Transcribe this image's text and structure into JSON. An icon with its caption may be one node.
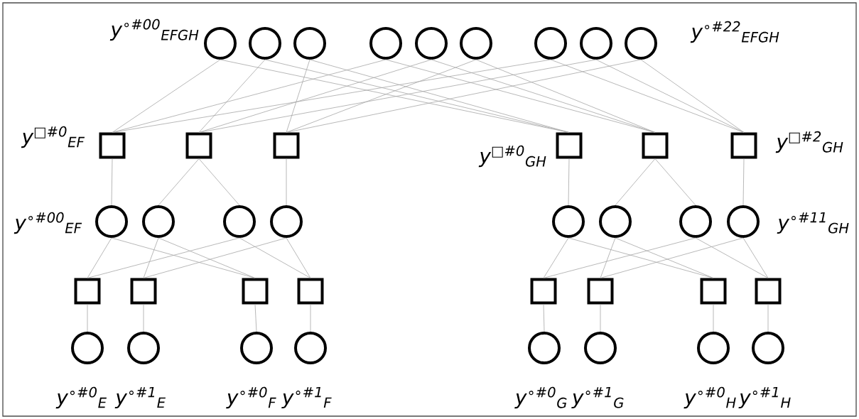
{
  "diagram": {
    "nodes": [
      {
        "text": [],
        "shape": "circle"
      },
      {
        "text": [],
        "shape": "circle"
      },
      {
        "text": [],
        "shape": "circle"
      },
      {
        "text": [],
        "shape": "circle"
      },
      {
        "text": [],
        "shape": "circle"
      },
      {
        "text": [],
        "shape": "circle"
      },
      {
        "text": [],
        "shape": "circle"
      },
      {
        "text": [],
        "shape": "circle"
      },
      {
        "text": [],
        "shape": "circle"
      },
      {
        "text": [],
        "shape": "box"
      },
      {
        "text": [],
        "shape": "box"
      },
      {
        "text": [],
        "shape": "box"
      },
      {
        "text": [],
        "shape": "box"
      },
      {
        "text": [],
        "shape": "box"
      },
      {
        "text": [],
        "shape": "box"
      },
      {
        "text": [],
        "shape": "circle"
      },
      {
        "text": [],
        "shape": "circle"
      },
      {
        "text": [],
        "shape": "circle"
      },
      {
        "text": [],
        "shape": "circle"
      },
      {
        "text": [],
        "shape": "circle"
      },
      {
        "text": [],
        "shape": "circle"
      },
      {
        "text": [],
        "shape": "circle"
      },
      {
        "text": [],
        "shape": "circle"
      },
      {
        "text": [],
        "shape": "box"
      },
      {
        "text": [],
        "shape": "box"
      },
      {
        "text": [],
        "shape": "box"
      },
      {
        "text": [],
        "shape": "box"
      },
      {
        "text": [],
        "shape": "box"
      },
      {
        "text": [],
        "shape": "box"
      },
      {
        "text": [],
        "shape": "box"
      },
      {
        "text": [],
        "shape": "box"
      },
      {
        "text": [],
        "shape": "circle"
      },
      {
        "text": [],
        "shape": "circle"
      },
      {
        "text": [],
        "shape": "circle"
      },
      {
        "text": [],
        "shape": "circle"
      },
      {
        "text": [],
        "shape": "circle"
      },
      {
        "text": [],
        "shape": "circle"
      },
      {
        "text": [],
        "shape": "circle"
      },
      {
        "text": [],
        "shape": "circle"
      }
    ],
    "edges": [
      {
        "from": 0,
        "to": 9,
        "arrow": "none"
      },
      {
        "from": 0,
        "to": 12,
        "arrow": "none"
      },
      {
        "from": 1,
        "to": 10,
        "arrow": "none"
      },
      {
        "from": 1,
        "to": 12,
        "arrow": "none"
      },
      {
        "from": 2,
        "to": 11,
        "arrow": "none"
      },
      {
        "from": 2,
        "to": 12,
        "arrow": "none"
      },
      {
        "from": 3,
        "to": 9,
        "arrow": "none"
      },
      {
        "from": 3,
        "to": 13,
        "arrow": "none"
      },
      {
        "from": 4,
        "to": 10,
        "arrow": "none"
      },
      {
        "from": 4,
        "to": 13,
        "arrow": "none"
      },
      {
        "from": 5,
        "to": 11,
        "arrow": "none"
      },
      {
        "from": 5,
        "to": 13,
        "arrow": "none"
      },
      {
        "from": 6,
        "to": 9,
        "arrow": "none"
      },
      {
        "from": 6,
        "to": 14,
        "arrow": "none"
      },
      {
        "from": 7,
        "to": 10,
        "arrow": "none"
      },
      {
        "from": 7,
        "to": 14,
        "arrow": "none"
      },
      {
        "from": 8,
        "to": 11,
        "arrow": "none"
      },
      {
        "from": 8,
        "to": 14,
        "arrow": "none"
      },
      {
        "from": 9,
        "to": 15,
        "arrow": "none"
      },
      {
        "from": 10,
        "to": 16,
        "arrow": "none"
      },
      {
        "from": 10,
        "to": 17,
        "arrow": "none"
      },
      {
        "from": 11,
        "to": 18,
        "arrow": "none"
      },
      {
        "from": 12,
        "to": 19,
        "arrow": "none"
      },
      {
        "from": 13,
        "to": 20,
        "arrow": "none"
      },
      {
        "from": 13,
        "to": 21,
        "arrow": "none"
      },
      {
        "from": 14,
        "to": 22,
        "arrow": "none"
      },
      {
        "from": 15,
        "to": 23,
        "arrow": "none"
      },
      {
        "from": 15,
        "to": 25,
        "arrow": "none"
      },
      {
        "from": 16,
        "to": 24,
        "arrow": "none"
      },
      {
        "from": 16,
        "to": 25,
        "arrow": "none"
      },
      {
        "from": 17,
        "to": 23,
        "arrow": "none"
      },
      {
        "from": 17,
        "to": 26,
        "arrow": "none"
      },
      {
        "from": 18,
        "to": 24,
        "arrow": "none"
      },
      {
        "from": 18,
        "to": 26,
        "arrow": "none"
      },
      {
        "from": 19,
        "to": 27,
        "arrow": "none"
      },
      {
        "from": 19,
        "to": 29,
        "arrow": "none"
      },
      {
        "from": 20,
        "to": 28,
        "arrow": "none"
      },
      {
        "from": 20,
        "to": 29,
        "arrow": "none"
      },
      {
        "from": 21,
        "to": 27,
        "arrow": "none"
      },
      {
        "from": 21,
        "to": 30,
        "arrow": "none"
      },
      {
        "from": 22,
        "to": 28,
        "arrow": "none"
      },
      {
        "from": 22,
        "to": 30,
        "arrow": "none"
      },
      {
        "from": 23,
        "to": 31,
        "arrow": "none"
      },
      {
        "from": 24,
        "to": 32,
        "arrow": "none"
      },
      {
        "from": 25,
        "to": 33,
        "arrow": "none"
      },
      {
        "from": 26,
        "to": 34,
        "arrow": "none"
      },
      {
        "from": 27,
        "to": 35,
        "arrow": "none"
      },
      {
        "from": 28,
        "to": 36,
        "arrow": "none"
      },
      {
        "from": 29,
        "to": 37,
        "arrow": "none"
      },
      {
        "from": 30,
        "to": 38,
        "arrow": "none"
      }
    ],
    "labels": [
      "y$^{∘#00}$$_{EFGH}$",
      "y$^{∘#22}$$_{EFGH}$",
      "y$^{□#0}$$_{EF}$",
      "y$^{□#2}$$_{GH}$",
      "y$^{□#0}$$_{GH}$",
      "y$^{∘#00}$$_{EF}$",
      "y$^{∘#11}$$_{GH}$",
      "y$^{∘#0}$$_{E}$",
      "y$^{∘#1}$$_{E}$",
      "y$^{∘#0}$$_{F}$",
      "y$^{∘#1}$$_{F}$",
      "y$^{∘#0}$$_{G}$",
      "y$^{∘#1}$$_{G}$",
      "y$^{∘#0}$$_{H}$",
      "y$^{∘#1}$$_{H}$"
    ]
  }
}
